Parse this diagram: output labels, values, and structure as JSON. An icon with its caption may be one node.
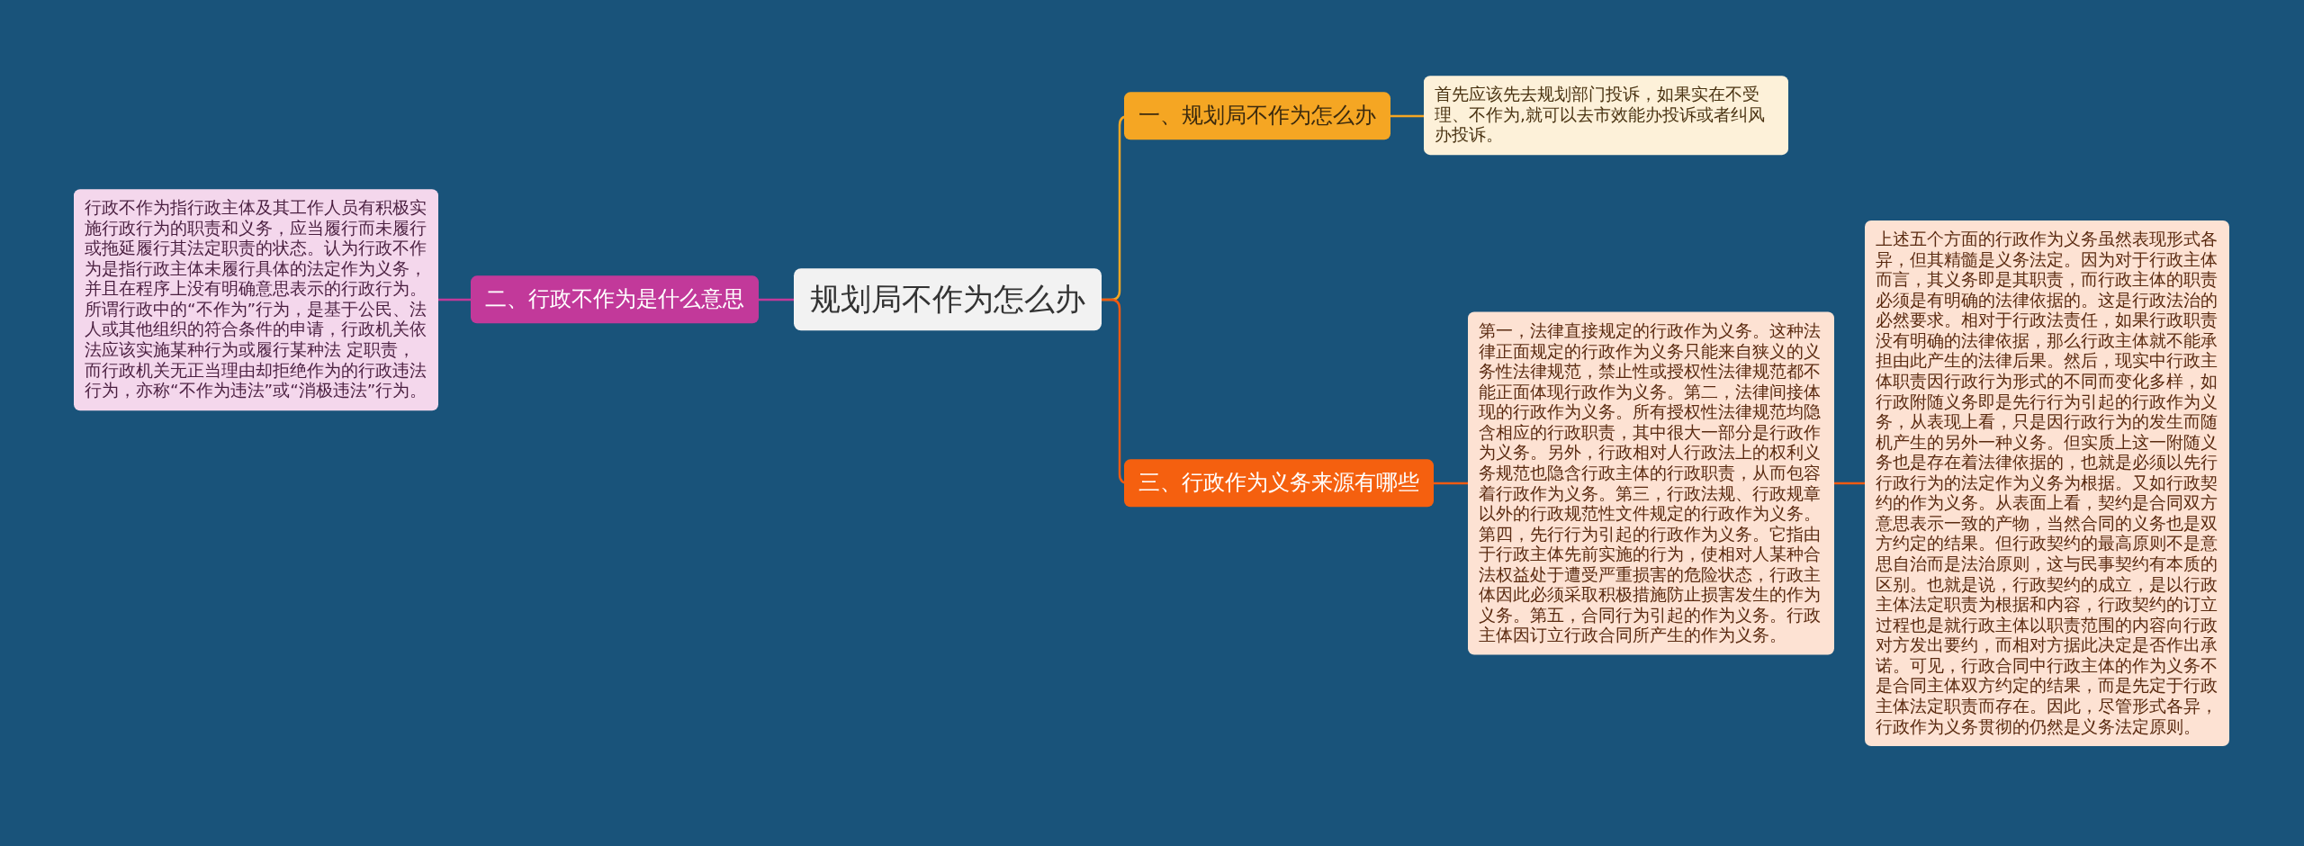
{
  "diagram": {
    "nodes": [
      {
        "text": [
          "规划局不作为怎么办"
        ]
      },
      {
        "text": [
          "一、规划局不作为怎么办"
        ]
      },
      {
        "text": [
          "首先应该先去规划部门投诉，如果实在不受理、不作为,就可以去市效能办投诉或者纠风办投诉。"
        ]
      },
      {
        "text": [
          "二、行政不作为是什么意思"
        ]
      },
      {
        "text": [
          "行政不作为指行政主体及其工作人员有积极实施行政行为的职责和义务，应当履行而未履行或拖延履行其法定职责的状态。认为行政不作为是指行政主体未履行具体的法定作为义务，并且在程序上没有明确意思表示的行政行为。所谓行政中的“不作为”行为，是基于公民、法人或其他组织的符合条件的申请，行政机关依法应该实施某种行为或履行某种法 定职责，而行政机关无正当理由却拒绝作为的行政违法行为，亦称“不作为违法”或“消极违法”行为。"
        ]
      },
      {
        "text": [
          "三、行政作为义务来源有哪些"
        ]
      },
      {
        "text": [
          "第一，法律直接规定的行政作为义务。这种法律正面规定的行政作为义务只能来自狭义的义务性法律规范，禁止性或授权性法律规范都不能正面体现行政作为义务。第二，法律间接体现的行政作为义务。所有授权性法律规范均隐含相应的行政职责，其中很大一部分是行政作为义务。另外，行政相对人行政法上的权利义务规范也隐含行政主体的行政职责，从而包容着行政作为义务。第三，行政法规、行政规章以外的行政规范性文件规定的行政作为义务。第四，先行行为引起的行政作为义务。它指由于行政主体先前实施的行为，使相对人某种合法权益处于遭受严重损害的危险状态，行政主体因此必须采取积极措施防止损害发生的作为义务。第五，合同行为引起的作为义务。行政主体因订立行政合同所产生的作为义务。"
        ]
      },
      {
        "text": [
          "上述五个方面的行政作为义务虽然表现形式各异，但其精髓是义务法定。因为对于行政主体而言，其义务即是其职责，而行政主体的职责必须是有明确的法律依据的。这是行政法治的必然要求。相对于行政法责任，如果行政职责没有明确的法律依据，那么行政主体就不能承担由此产生的法律后果。然后，现实中行政主体职责因行政行为形式的不同而变化多样，如行政附随义务即是先行行为引起的行政作为义务，从表现上看，只是因行政行为的发生而随机产生的另外一种义务。但实质上这一附随义务也是存在着法律依据的，也就是必须以先行行政行为的法定作为义务为根据。又如行政契约的作为义务。从表面上看，契约是合同双方意思表示一致的产物，当然合同的义务也是双方约定的结果。但行政契约的最高原则不是意思自治而是法治原则，这与民事契约有本质的区别。也就是说，行政契约的成立，是以行政主体法定职责为根据和内容，行政契约的订立过程也是就行政主体以职责范围的内容向行政对方发出要约，而相对方据此决定是否作出承诺。可见，行政合同中行政主体的作为义务不是合同主体双方约定的结果，而是先定于行政主体法定职责而存在。因此，尽管形式各异，行政作为义务贯彻的仍然是义务法定原则。"
        ]
      }
    ],
    "edges": [
      {
        "from": 0,
        "to": 1,
        "arrow": "none",
        "color": "#f5a623"
      },
      {
        "from": 1,
        "to": 2,
        "arrow": "none",
        "color": "#f5a623"
      },
      {
        "from": 0,
        "to": 3,
        "arrow": "none",
        "color": "#c2399a"
      },
      {
        "from": 3,
        "to": 4,
        "arrow": "none",
        "color": "#c2399a"
      },
      {
        "from": 0,
        "to": 5,
        "arrow": "none",
        "color": "#f05a12"
      },
      {
        "from": 5,
        "to": 6,
        "arrow": "none",
        "color": "#f05a12"
      },
      {
        "from": 6,
        "to": 7,
        "arrow": "none",
        "color": "#f05a12"
      }
    ]
  }
}
